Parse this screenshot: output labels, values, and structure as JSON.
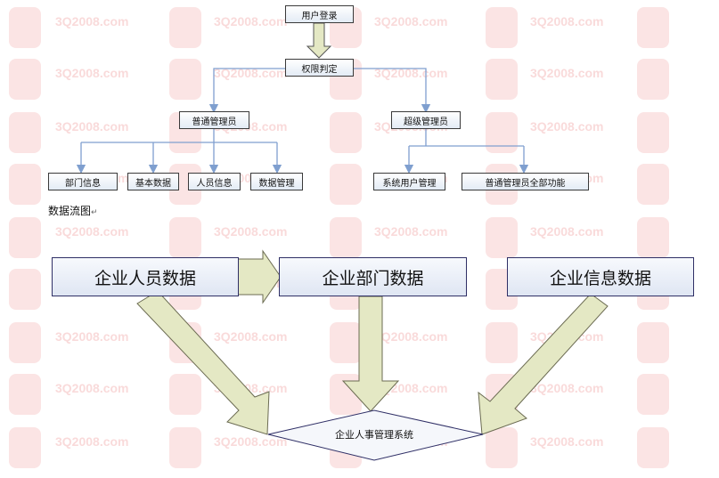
{
  "org_chart": {
    "root": "用户登录",
    "check": "权限判定",
    "normal_admin": "普通管理员",
    "super_admin": "超级管理员",
    "normal_children": [
      "部门信息",
      "基本数据",
      "人员信息",
      "数据管理"
    ],
    "super_children": [
      "系统用户管理",
      "普通管理员全部功能"
    ]
  },
  "flow": {
    "caption": "数据流图",
    "sources": [
      "企业人员数据",
      "企业部门数据",
      "企业信息数据"
    ],
    "target": "企业人事管理系统"
  },
  "watermark": {
    "text": "3Q2008.com"
  },
  "colors": {
    "arrow_fill": "#e4e8c4",
    "arrow_stroke": "#6b6b52",
    "connector": "#7f9fcf",
    "box_border": "#3a3a3a"
  }
}
